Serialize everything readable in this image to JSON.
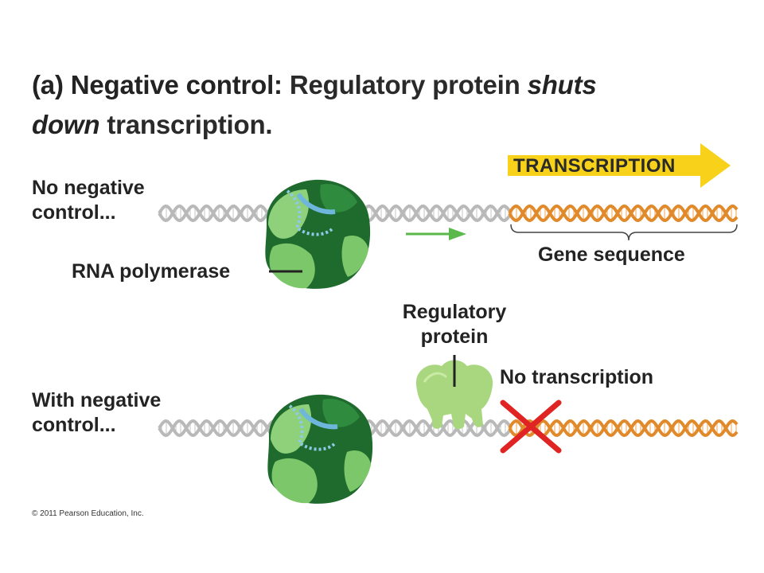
{
  "title": {
    "part": "(a)",
    "bold": "Negative control:",
    "line1_rest": "Regulatory protein",
    "italic1": "shuts",
    "italic2": "down",
    "line2_rest": "transcription."
  },
  "labels": {
    "no_negative_line1": "No negative",
    "no_negative_line2": "control...",
    "rna_polymerase": "RNA polymerase",
    "transcription_arrow": "TRANSCRIPTION",
    "gene_sequence": "Gene sequence",
    "regulatory_line1": "Regulatory",
    "regulatory_line2": "protein",
    "no_transcription": "No transcription",
    "with_negative_line1": "With negative",
    "with_negative_line2": "control..."
  },
  "copyright": "© 2011 Pearson Education, Inc.",
  "colors": {
    "dna_gray": "#b9b9b9",
    "gene_orange": "#e08a2c",
    "polymerase_dark": "#1f6b2e",
    "polymerase_light": "#8fd17a",
    "regulatory_protein": "#a9d77f",
    "motion_arrow": "#5ab94a",
    "transcription_arrow": "#f7d11a",
    "no_cross": "#e02424",
    "rna_blue": "#6fb6dd"
  }
}
